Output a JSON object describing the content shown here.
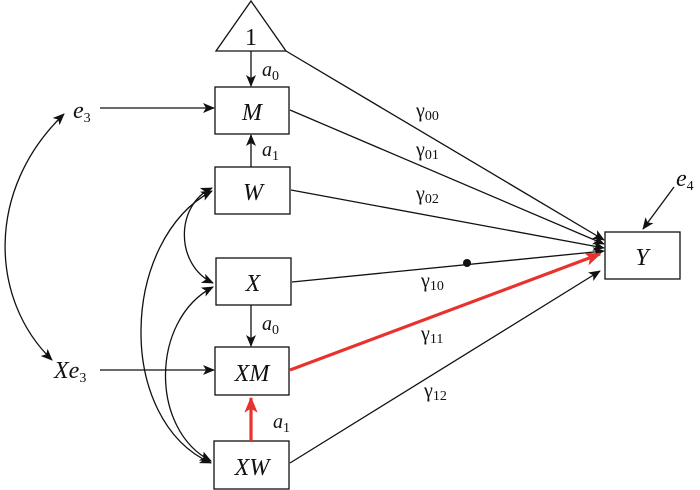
{
  "nodes": {
    "constant": "1",
    "M": "M",
    "W": "W",
    "X": "X",
    "XM": "XM",
    "XW": "XW",
    "Y": "Y",
    "e3": {
      "base": "e",
      "sub": "3"
    },
    "Xe3": {
      "base": "Xe",
      "sub": "3"
    },
    "e4": {
      "base": "e",
      "sub": "4"
    }
  },
  "paths": {
    "a0_top": {
      "base": "a",
      "sub": "0"
    },
    "a1_top": {
      "base": "a",
      "sub": "1"
    },
    "a0_bottom": {
      "base": "a",
      "sub": "0"
    },
    "a1_bottom": {
      "base": "a",
      "sub": "1"
    },
    "g00": {
      "base": "γ",
      "sub": "00"
    },
    "g01": {
      "base": "γ",
      "sub": "01"
    },
    "g02": {
      "base": "γ",
      "sub": "02"
    },
    "g10": {
      "base": "γ",
      "sub": "10"
    },
    "g11": {
      "base": "γ",
      "sub": "11"
    },
    "g12": {
      "base": "γ",
      "sub": "12"
    }
  },
  "colors": {
    "highlight": "#e8322d",
    "line": "#111111"
  }
}
